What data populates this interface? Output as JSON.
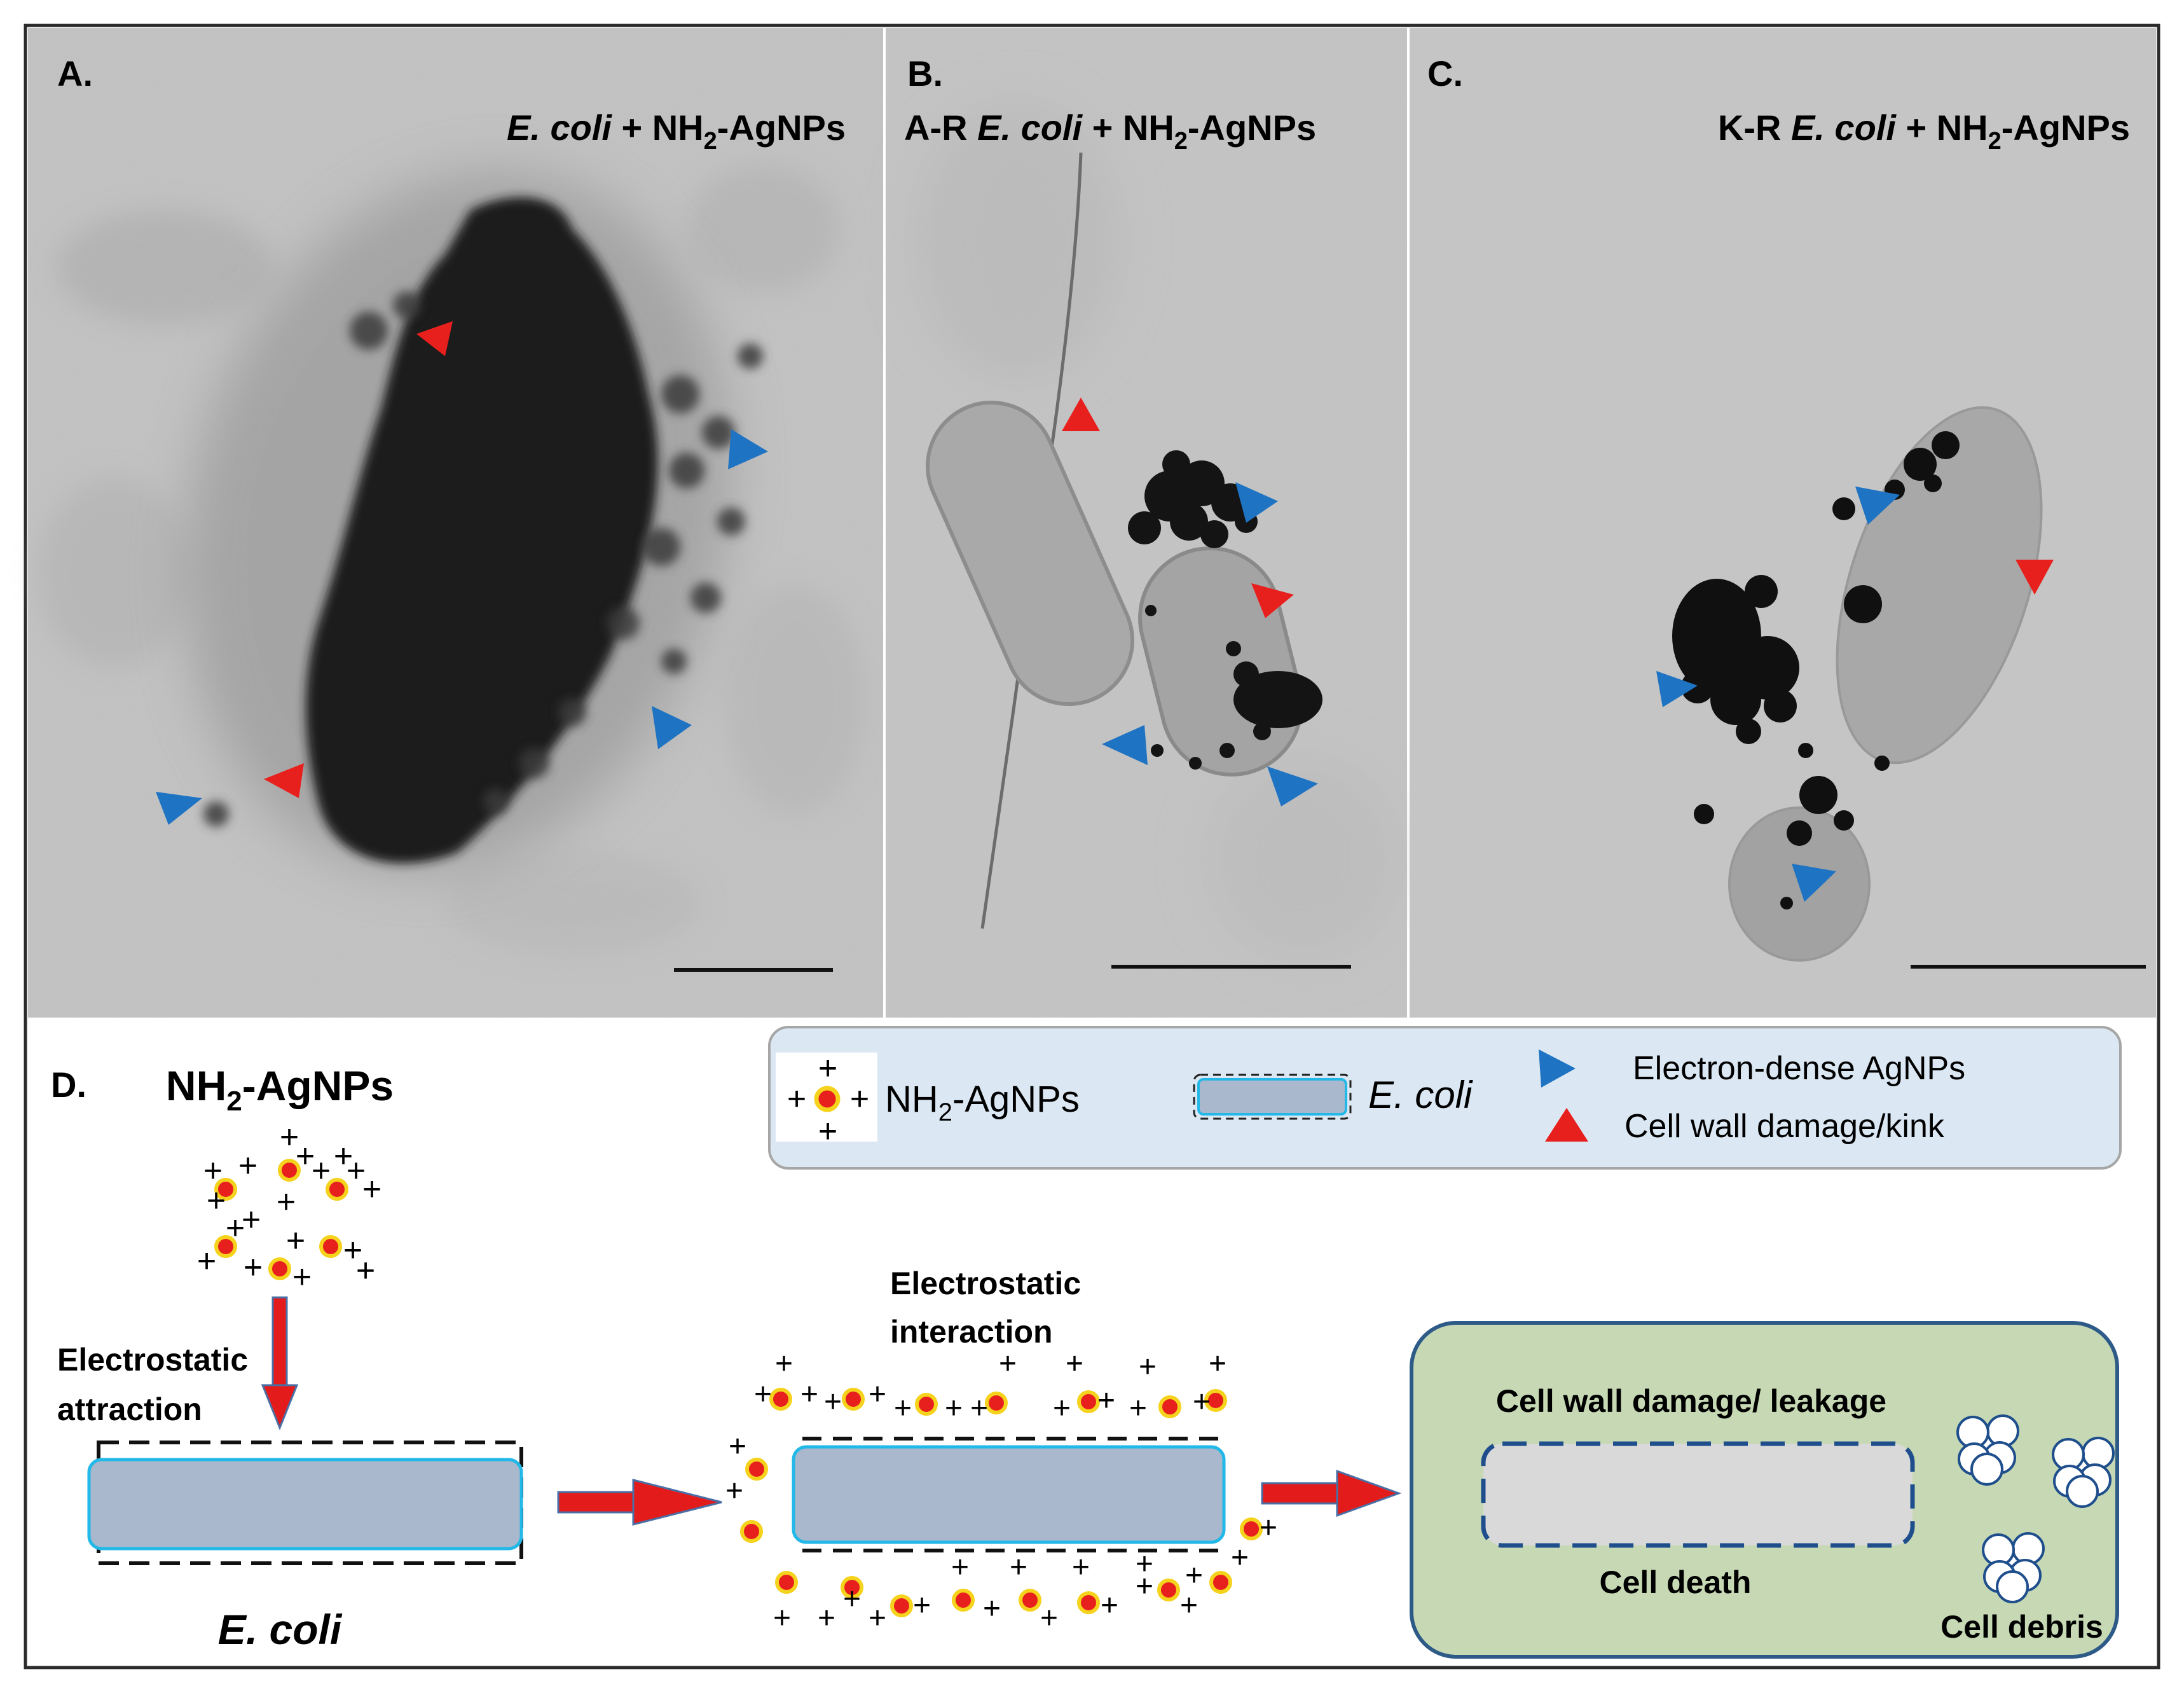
{
  "panels": [
    {
      "letter": "A.",
      "title_prefix": "",
      "title_species": "E. coli",
      "title_plus": " + NH",
      "title_sub": "2",
      "title_suffix": "-AgNPs"
    },
    {
      "letter": "B.",
      "title_prefix": "A-R ",
      "title_species": "E. coli",
      "title_plus": " + NH",
      "title_sub": "2",
      "title_suffix": "-AgNPs"
    },
    {
      "letter": "C.",
      "title_prefix": "K-R ",
      "title_species": "E. coli",
      "title_plus": " + NH",
      "title_sub": "2",
      "title_suffix": "-AgNPs"
    }
  ],
  "panel_d": {
    "letter": "D.",
    "np_title_main": "NH",
    "np_title_sub": "2",
    "np_title_suffix": "-AgNPs",
    "attraction_line1": "Electrostatic",
    "attraction_line2": "attraction",
    "ecoli_label": "E. coli",
    "interaction_line1": "Electrostatic",
    "interaction_line2": "interaction",
    "damage_label": "Cell wall damage/ leakage",
    "death_label": "Cell death",
    "debris_label": "Cell debris",
    "surface_charge_symbol": "+",
    "membrane_charge_symbol": "−"
  },
  "legend": {
    "np_main": "NH",
    "np_sub": "2",
    "np_suffix": "-AgNPs",
    "ecoli": "E. coli",
    "blue_marker": "Electron-dense AgNPs",
    "red_marker": "Cell wall damage/kink"
  },
  "colors": {
    "blue_marker": "#1f73c3",
    "red_marker": "#e8201d",
    "nanoparticle_fill": "#e8201d",
    "nanoparticle_ring": "#f5d21b",
    "cell_fill": "#a9b8cc",
    "cell_outline": "#22b8e8",
    "legend_bg": "#dbe8f3",
    "death_box_bg": "#c6d9b4",
    "death_box_border": "#2e5a87",
    "dead_cell_fill": "#d9d9d9",
    "dead_cell_border": "#1f4e8c",
    "arrow_fill": "#e31b1b",
    "arrow_border": "#4a6fa5",
    "debris_fill": "#ffffff",
    "debris_border": "#1f4e8c"
  }
}
